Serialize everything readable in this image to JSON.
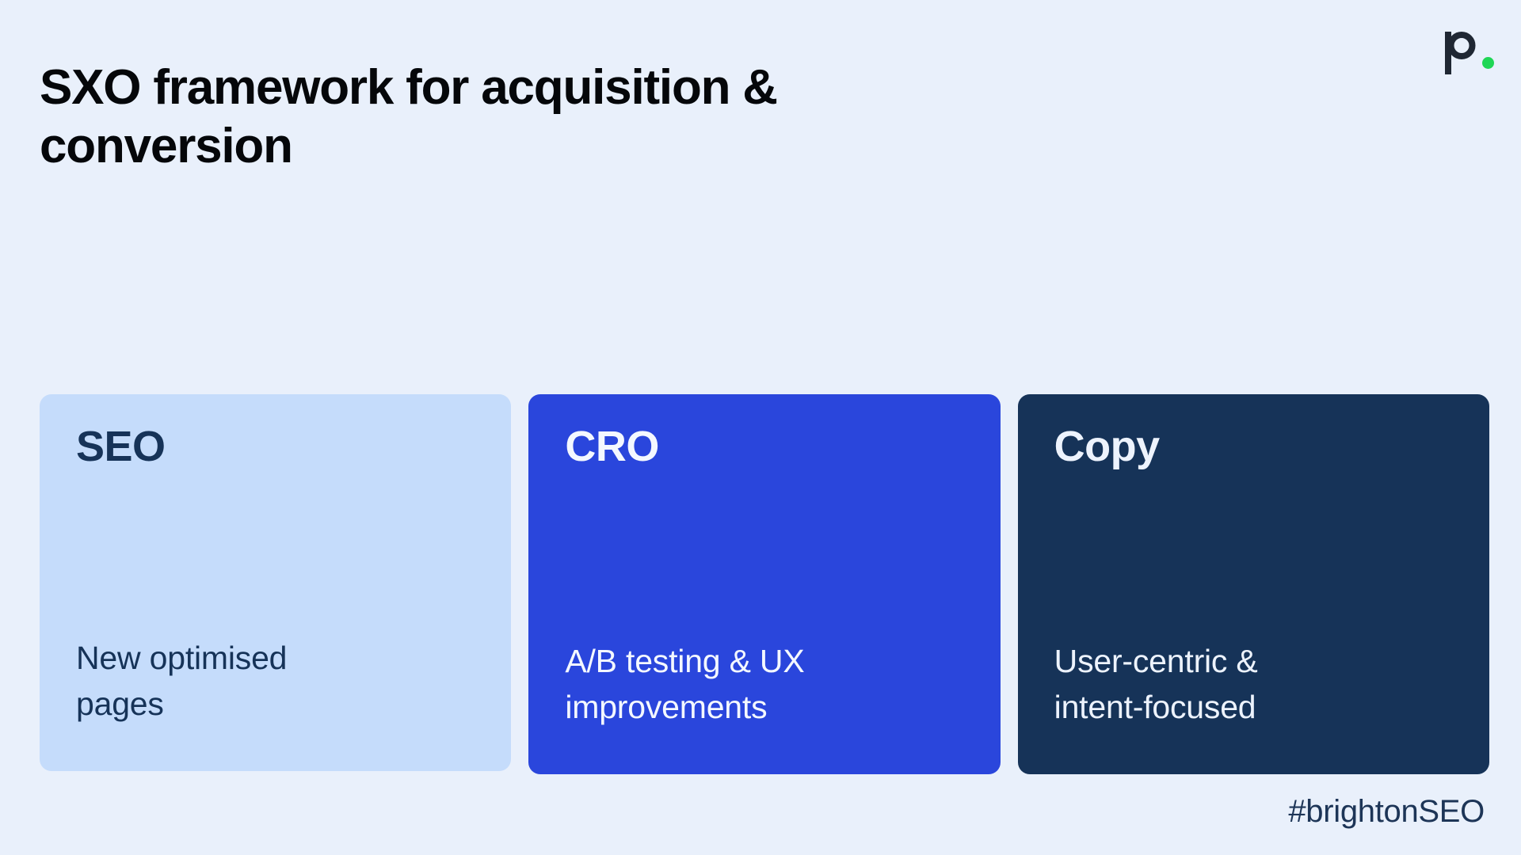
{
  "slide": {
    "title": "SXO framework for acquisition &\nconversion",
    "background_color": "#e9f0fb",
    "title_color": "#05070a"
  },
  "logo": {
    "name": "peak-ace-logo",
    "letter": "p",
    "letter_color": "#1f2733",
    "dot_color": "#1fd655"
  },
  "cards": [
    {
      "id": "seo",
      "heading": "SEO",
      "body": "New optimised\npages",
      "background_color": "#c5dcfb",
      "text_color": "#163358"
    },
    {
      "id": "cro",
      "heading": "CRO",
      "body": "A/B testing & UX\nimprovements",
      "background_color": "#2a46dc",
      "text_color": "#f4f8ff"
    },
    {
      "id": "copy",
      "heading": "Copy",
      "body": "User-centric &\nintent-focused",
      "background_color": "#163358",
      "text_color": "#edf3fd"
    }
  ],
  "footer": {
    "hashtag": "#brightonSEO",
    "color": "#1d3557"
  }
}
